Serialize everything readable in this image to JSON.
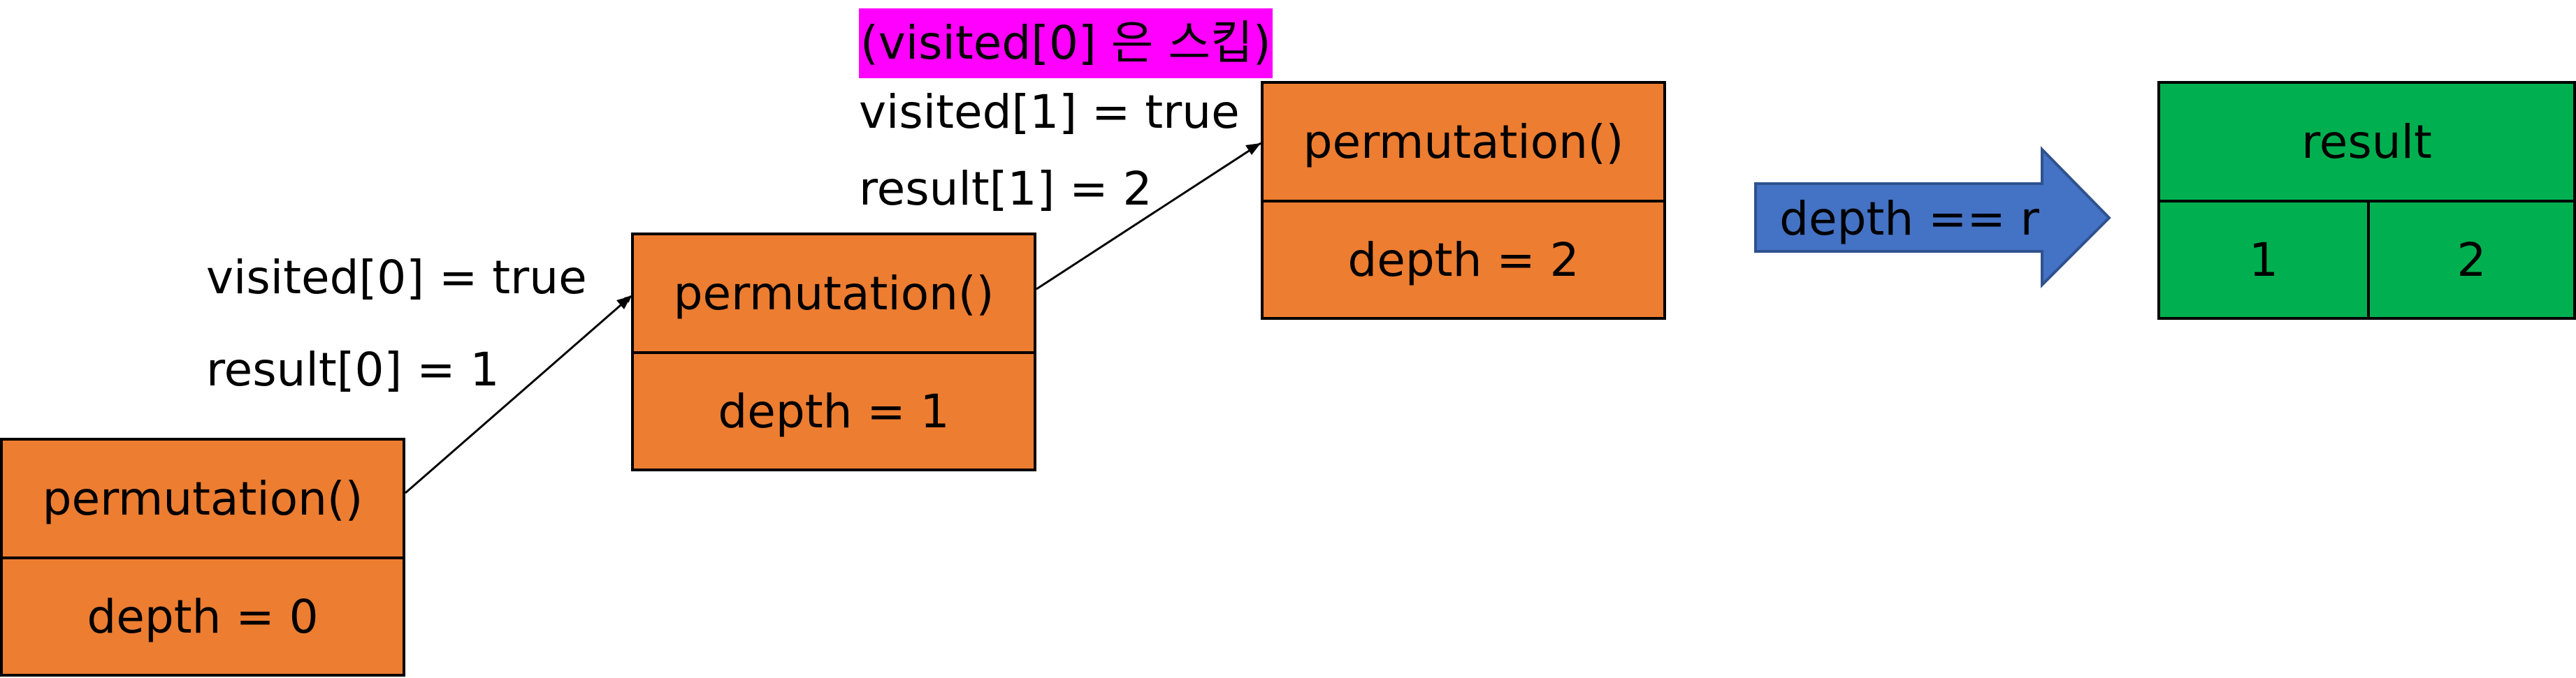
{
  "colors": {
    "call_box_fill": "#ED7D31",
    "result_fill": "#00B050",
    "condition_arrow_fill": "#4472C4",
    "highlight": "#FF00FF"
  },
  "calls": [
    {
      "function": "permutation()",
      "depth": "depth = 0"
    },
    {
      "function": "permutation()",
      "depth": "depth = 1"
    },
    {
      "function": "permutation()",
      "depth": "depth = 2"
    }
  ],
  "transitions": [
    {
      "lines": [
        "visited[0] = true",
        "result[0] = 1"
      ]
    },
    {
      "note": "(visited[0] 은 스킵)",
      "lines": [
        "visited[1] = true",
        "result[1] = 2"
      ]
    }
  ],
  "condition": "depth == r",
  "result": {
    "header": "result",
    "values": [
      "1",
      "2"
    ]
  }
}
